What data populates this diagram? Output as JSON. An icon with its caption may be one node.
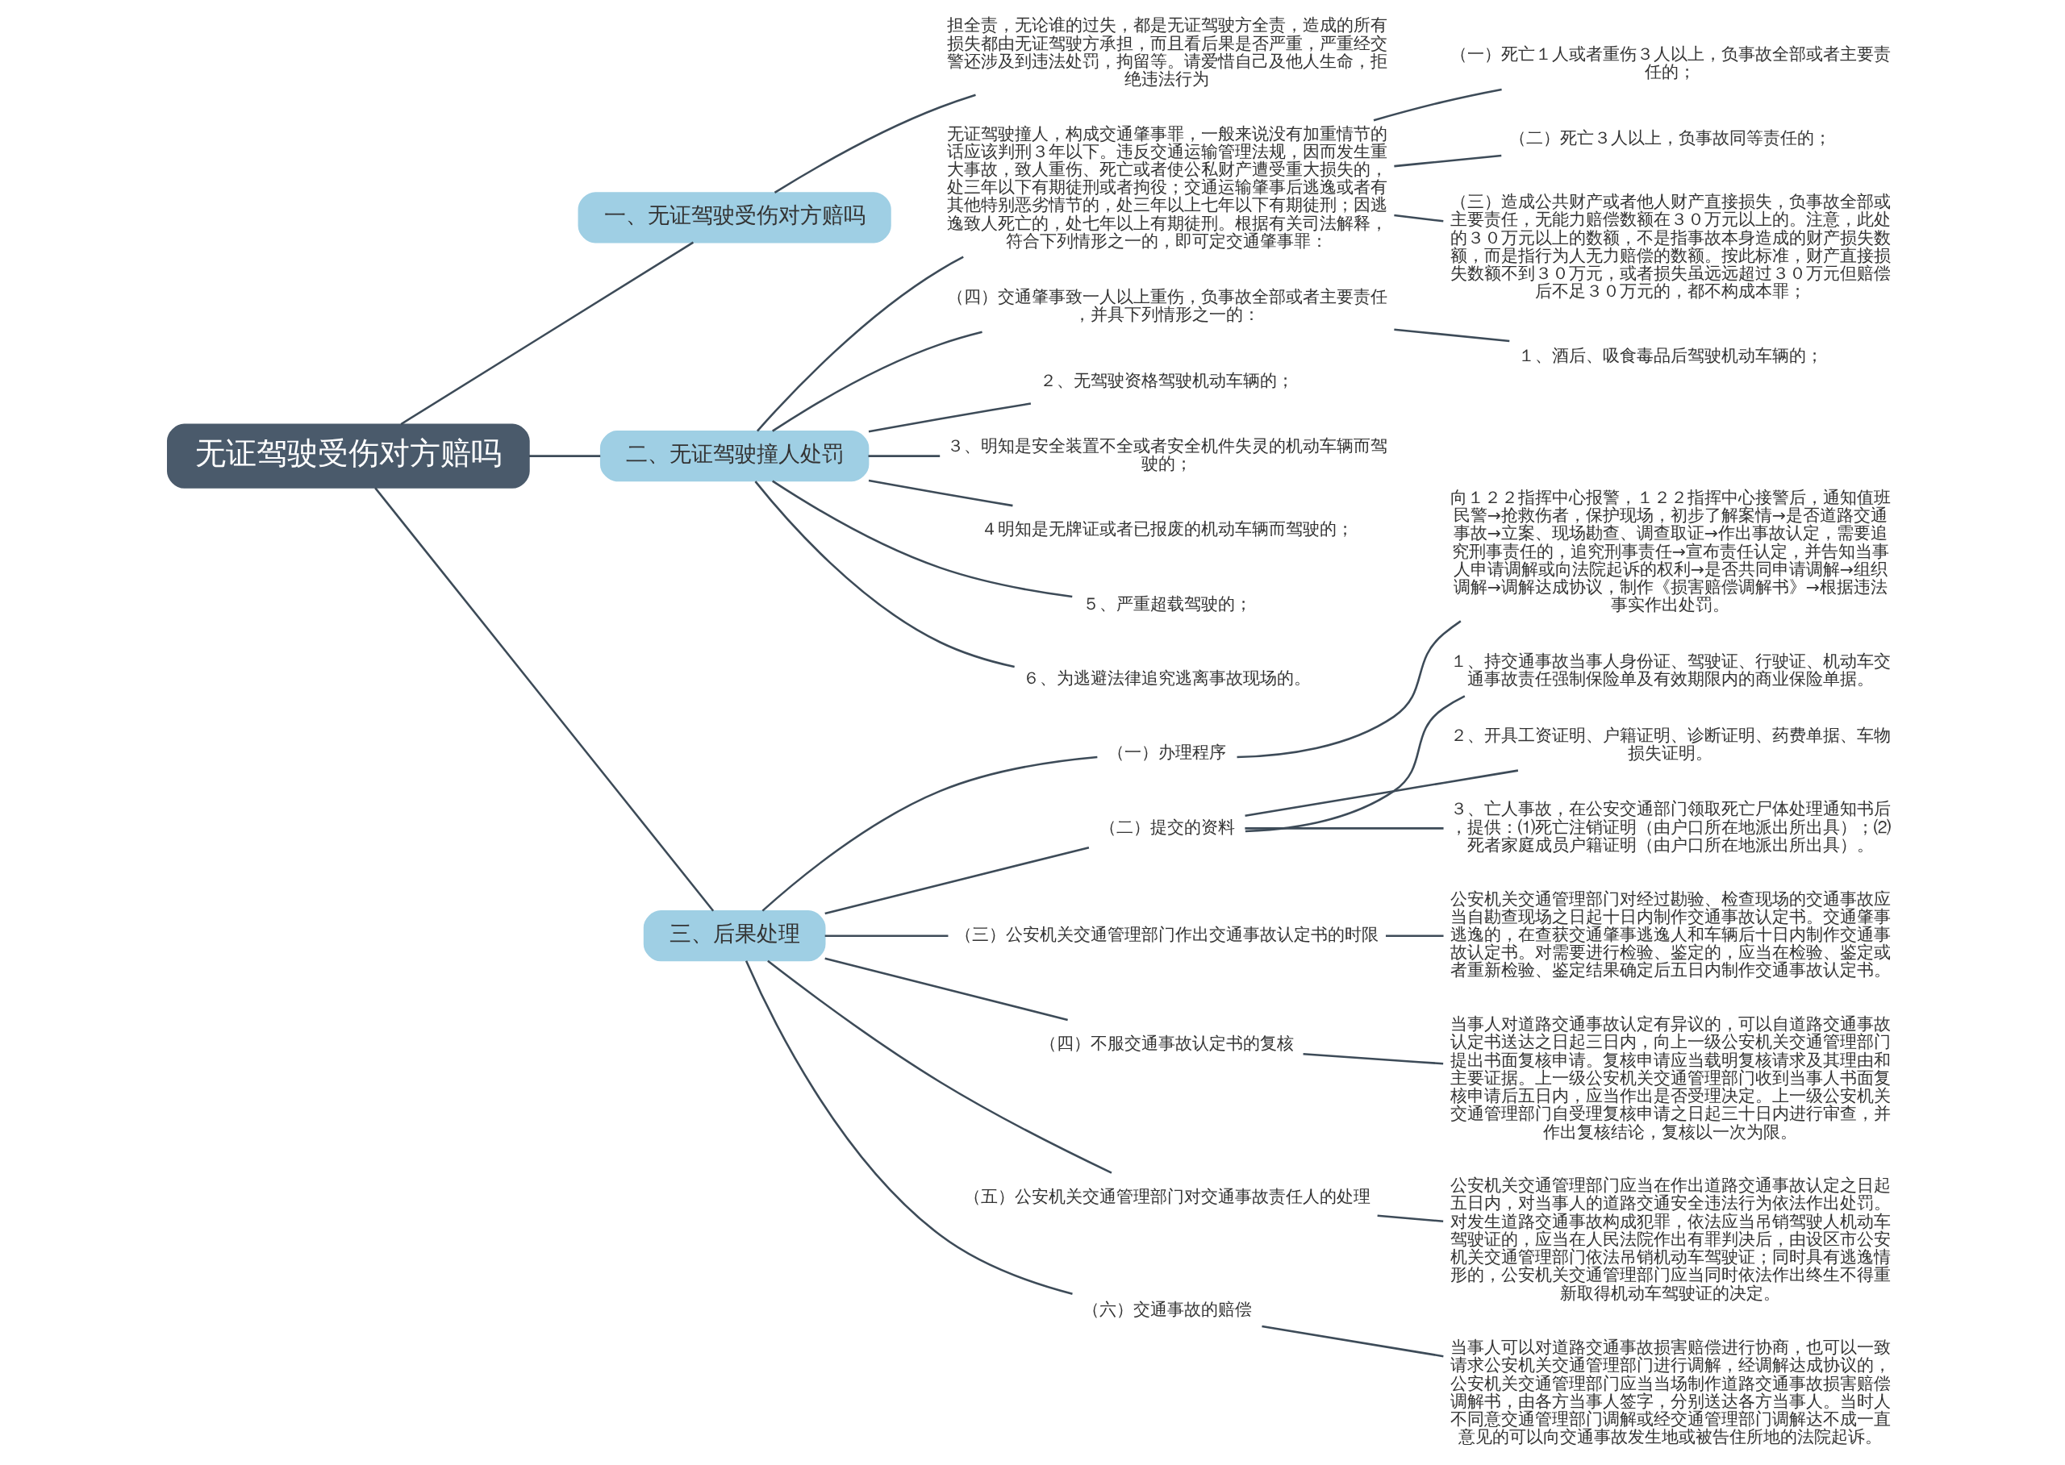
{
  "diagram": {
    "nodes": [
      {
        "text": [
          "无证驾驶受伤对方赔吗"
        ]
      },
      {
        "text": [
          "一、无证驾驶受伤对方赔吗"
        ]
      },
      {
        "text": [
          "担全责，无论谁的过失，都是无证驾驶方全责，造成的所有损失都由无证驾驶方承担，而且看后果是否严重，严重经交警还涉及到违法处罚，拘留等。请爱惜自己及他人生命，拒绝违法行为"
        ]
      },
      {
        "text": [
          "二、无证驾驶撞人处罚"
        ]
      },
      {
        "text": [
          "无证驾驶撞人，构成交通肇事罪，一般来说没有加重情节的话应该判刑３年以下。违反交通运输管理法规，因而发生重大事故，致人重伤、死亡或者使公私财产遭受重大损失的，处三年以下有期徒刑或者拘役；交通运输肇事后逃逸或者有其他特别恶劣情节的，处三年以上七年以下有期徒刑；因逃逸致人死亡的，处七年以上有期徒刑。根据有关司法解释，符合下列情形之一的，即可定交通肇事罪："
        ]
      },
      {
        "text": [
          "（一）死亡１人或者重伤３人以上，负事故全部或者主要责任的；"
        ]
      },
      {
        "text": [
          "（二）死亡３人以上，负事故同等责任的；"
        ]
      },
      {
        "text": [
          "（三）造成公共财产或者他人财产直接损失，负事故全部或主要责任，无能力赔偿数额在３０万元以上的。注意，此处的３０万元以上的数额，不是指事故本身造成的财产损失数额，而是指行为人无力赔偿的数额。按此标准，财产直接损失数额不到３０万元，或者损失虽远远超过３０万元但赔偿后不足３０万元的，都不构成本罪；"
        ]
      },
      {
        "text": [
          "（四）交通肇事致一人以上重伤，负事故全部或者主要责任，并具下列情形之一的："
        ]
      },
      {
        "text": [
          "１、酒后、吸食毒品后驾驶机动车辆的；"
        ]
      },
      {
        "text": [
          "２、无驾驶资格驾驶机动车辆的；"
        ]
      },
      {
        "text": [
          "３、明知是安全装置不全或者安全机件失灵的机动车辆而驾驶的；"
        ]
      },
      {
        "text": [
          "４明知是无牌证或者已报废的机动车辆而驾驶的；"
        ]
      },
      {
        "text": [
          "５、严重超载驾驶的；"
        ]
      },
      {
        "text": [
          "６、为逃避法律追究逃离事故现场的。"
        ]
      },
      {
        "text": [
          "三、后果处理"
        ]
      },
      {
        "text": [
          "（一）办理程序"
        ]
      },
      {
        "text": [
          "向１２２指挥中心报警，１２２指挥中心接警后，通知值班民警→抢救伤者，保护现场，初步了解案情→是否道路交通事故→立案、现场勘查、调查取证→作出事故认定，需要追究刑事责任的，追究刑事责任→宣布责任认定，并告知当事人申请调解或向法院起诉的权利→是否共同申请调解→组织调解→调解达成协议，制作《损害赔偿调解书》→根据违法事实作出处罚。"
        ]
      },
      {
        "text": [
          "（二）提交的资料"
        ]
      },
      {
        "text": [
          "１、持交通事故当事人身份证、驾驶证、行驶证、机动车交通事故责任强制保险单及有效期限内的商业保险单据。"
        ]
      },
      {
        "text": [
          "２、开具工资证明、户籍证明、诊断证明、药费单据、车物损失证明。"
        ]
      },
      {
        "text": [
          "３、亡人事故，在公安交通部门领取死亡尸体处理通知书后，提供：⑴死亡注销证明（由户口所在地派出所出具）；⑵死者家庭成员户籍证明（由户口所在地派出所出具）。"
        ]
      },
      {
        "text": [
          "（三）公安机关交通管理部门作出交通事故认定书的时限"
        ]
      },
      {
        "text": [
          "公安机关交通管理部门对经过勘验、检查现场的交通事故应当自勘查现场之日起十日内制作交通事故认定书。交通肇事逃逸的，在查获交通肇事逃逸人和车辆后十日内制作交通事故认定书。对需要进行检验、鉴定的，应当在检验、鉴定或者重新检验、鉴定结果确定后五日内制作交通事故认定书。"
        ]
      },
      {
        "text": [
          "（四）不服交通事故认定书的复核"
        ]
      },
      {
        "text": [
          "当事人对道路交通事故认定有异议的，可以自道路交通事故认定书送达之日起三日内，向上一级公安机关交通管理部门提出书面复核申请。复核申请应当载明复核请求及其理由和主要证据。上一级公安机关交通管理部门收到当事人书面复核申请后五日内，应当作出是否受理决定。上一级公安机关交通管理部门自受理复核申请之日起三十日内进行审查，并作出复核结论，复核以一次为限。"
        ]
      },
      {
        "text": [
          "（五）公安机关交通管理部门对交通事故责任人的处理"
        ]
      },
      {
        "text": [
          "公安机关交通管理部门应当在作出道路交通事故认定之日起五日内，对当事人的道路交通安全违法行为依法作出处罚。对发生道路交通事故构成犯罪，依法应当吊销驾驶人机动车驾驶证的，应当在人民法院作出有罪判决后，由设区市公安机关交通管理部门依法吊销机动车驾驶证；同时具有逃逸情形的，公安机关交通管理部门应当同时依法作出终生不得重新取得机动车驾驶证的决定。"
        ]
      },
      {
        "text": [
          "（六）交通事故的赔偿"
        ]
      },
      {
        "text": [
          "当事人可以对道路交通事故损害赔偿进行协商，也可以一致请求公安机关交通管理部门进行调解，经调解达成协议的，公安机关交通管理部门应当当场制作道路交通事故损害赔偿调解书，由各方当事人签字，分别送达各方当事人。当时人不同意交通管理部门调解或经交通管理部门调解达不成一直意见的可以向交通事故发生地或被告住所地的法院起诉。"
        ]
      }
    ],
    "edges": [
      {
        "from": 0,
        "to": 1,
        "arrow": "none"
      },
      {
        "from": 1,
        "to": 2,
        "arrow": "none"
      },
      {
        "from": 0,
        "to": 3,
        "arrow": "none"
      },
      {
        "from": 3,
        "to": 4,
        "arrow": "none"
      },
      {
        "from": 4,
        "to": 5,
        "arrow": "none"
      },
      {
        "from": 4,
        "to": 6,
        "arrow": "none"
      },
      {
        "from": 4,
        "to": 7,
        "arrow": "none"
      },
      {
        "from": 3,
        "to": 8,
        "arrow": "none"
      },
      {
        "from": 8,
        "to": 9,
        "arrow": "none"
      },
      {
        "from": 3,
        "to": 10,
        "arrow": "none"
      },
      {
        "from": 3,
        "to": 11,
        "arrow": "none"
      },
      {
        "from": 3,
        "to": 12,
        "arrow": "none"
      },
      {
        "from": 3,
        "to": 13,
        "arrow": "none"
      },
      {
        "from": 3,
        "to": 14,
        "arrow": "none"
      },
      {
        "from": 0,
        "to": 15,
        "arrow": "none"
      },
      {
        "from": 15,
        "to": 16,
        "arrow": "none"
      },
      {
        "from": 16,
        "to": 17,
        "arrow": "none"
      },
      {
        "from": 15,
        "to": 18,
        "arrow": "none"
      },
      {
        "from": 18,
        "to": 19,
        "arrow": "none"
      },
      {
        "from": 18,
        "to": 20,
        "arrow": "none"
      },
      {
        "from": 18,
        "to": 21,
        "arrow": "none"
      },
      {
        "from": 15,
        "to": 22,
        "arrow": "none"
      },
      {
        "from": 22,
        "to": 23,
        "arrow": "none"
      },
      {
        "from": 15,
        "to": 24,
        "arrow": "none"
      },
      {
        "from": 24,
        "to": 25,
        "arrow": "none"
      },
      {
        "from": 15,
        "to": 26,
        "arrow": "none"
      },
      {
        "from": 26,
        "to": 27,
        "arrow": "none"
      },
      {
        "from": 15,
        "to": 28,
        "arrow": "none"
      },
      {
        "from": 28,
        "to": 29,
        "arrow": "none"
      }
    ]
  }
}
